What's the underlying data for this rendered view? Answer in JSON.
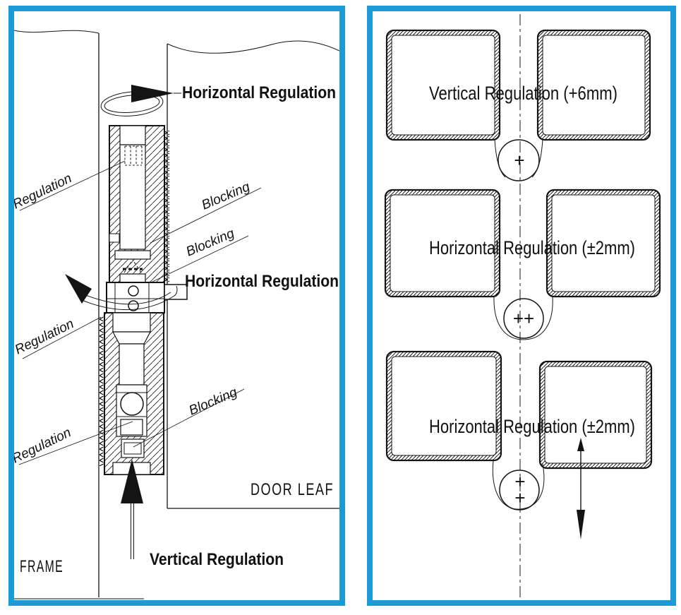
{
  "page": {
    "background": "#ffffff",
    "accent_border_color": "#1b9ad8",
    "line_color": "#141414"
  },
  "left_panel": {
    "title_labels": {
      "horizontal_regulation_top": "Horizontal Regulation",
      "horizontal_regulation_mid": "Horizontal Regulation",
      "vertical_regulation": "Vertical Regulation"
    },
    "callouts": {
      "regulation_top": "Regulation",
      "blocking_upper": "Blocking",
      "blocking_mid": "Blocking",
      "regulation_mid": "Regulation",
      "blocking_lower": "Blocking",
      "regulation_bottom": "Regulation"
    },
    "part_labels": {
      "frame": "FRAME",
      "door_leaf": "DOOR LEAF"
    }
  },
  "right_panel": {
    "rows": [
      {
        "label": "Vertical Regulation (+6mm)",
        "marker": "+"
      },
      {
        "label": "Horizontal Regulation (±2mm)",
        "marker": "++"
      },
      {
        "label": "Horizontal Regulation (±2mm)",
        "marker_top": "+",
        "marker_bottom": "+"
      }
    ]
  }
}
